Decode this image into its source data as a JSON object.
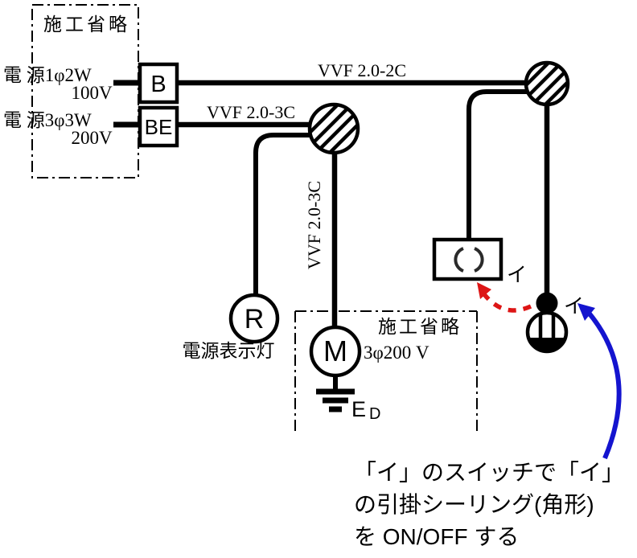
{
  "diagram": {
    "source_panel": {
      "label": "施工省略",
      "source1_line1": "電 源1φ2W",
      "source1_line2": "100V",
      "source2_line1": "電 源3φ3W",
      "source2_line2": "200V"
    },
    "breakers": {
      "b": "B",
      "be": "BE"
    },
    "cables": {
      "top": "VVF 2.0-2C",
      "mid": "VVF 2.0-3C",
      "vertical": "VVF 2.0-3C"
    },
    "pilot_lamp": {
      "letter": "R",
      "label": "電源表示灯"
    },
    "motor_panel": {
      "label": "施工省略",
      "motor_letter": "M",
      "rating": "3φ200 V",
      "ground_e": "E",
      "ground_d": "D"
    },
    "ceiling_rosette": {
      "label": "イ"
    },
    "switch": {
      "label": "イ"
    },
    "note": {
      "line1": "「イ」のスイッチで「イ」",
      "line2": "の引掛シーリング(角形)",
      "line3": "を ON/OFF する"
    },
    "colors": {
      "wire": "#000000",
      "arrow_red": "#dd1515",
      "arrow_blue": "#1414cf"
    }
  }
}
